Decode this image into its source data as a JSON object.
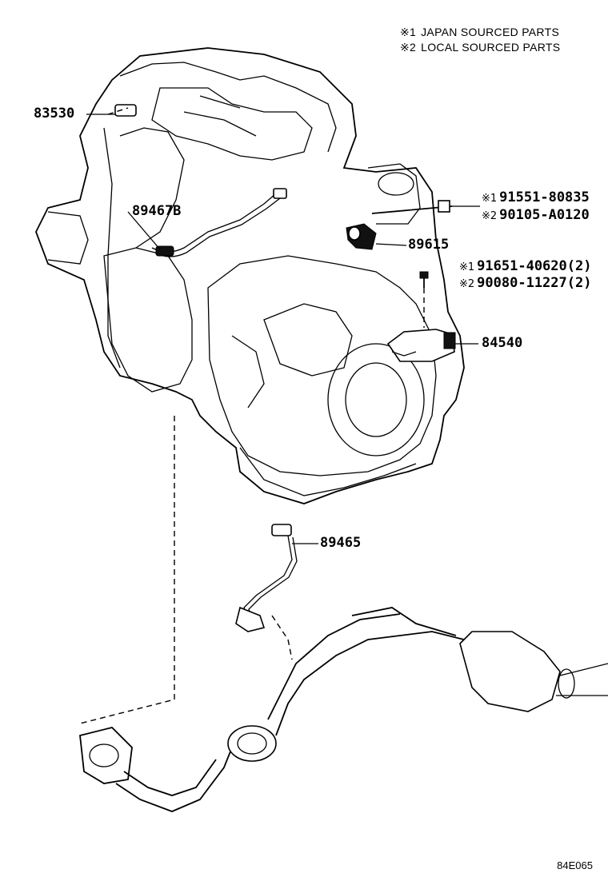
{
  "legend": {
    "items": [
      {
        "mark": "※1",
        "text": "JAPAN SOURCED PARTS"
      },
      {
        "mark": "※2",
        "text": "LOCAL SOURCED PARTS"
      }
    ]
  },
  "callouts": {
    "p83530": "83530",
    "p89467b": "89467B",
    "p89615": "89615",
    "p84540": "84540",
    "p89465": "89465",
    "bolt_japan": {
      "mark": "※1",
      "part": "91551-80835"
    },
    "bolt_local": {
      "mark": "※2",
      "part": "90105-A0120"
    },
    "screw_japan": {
      "mark": "※1",
      "part": "91651-40620(2)"
    },
    "screw_local": {
      "mark": "※2",
      "part": "90080-11227(2)"
    }
  },
  "reference_code": "84E065"
}
